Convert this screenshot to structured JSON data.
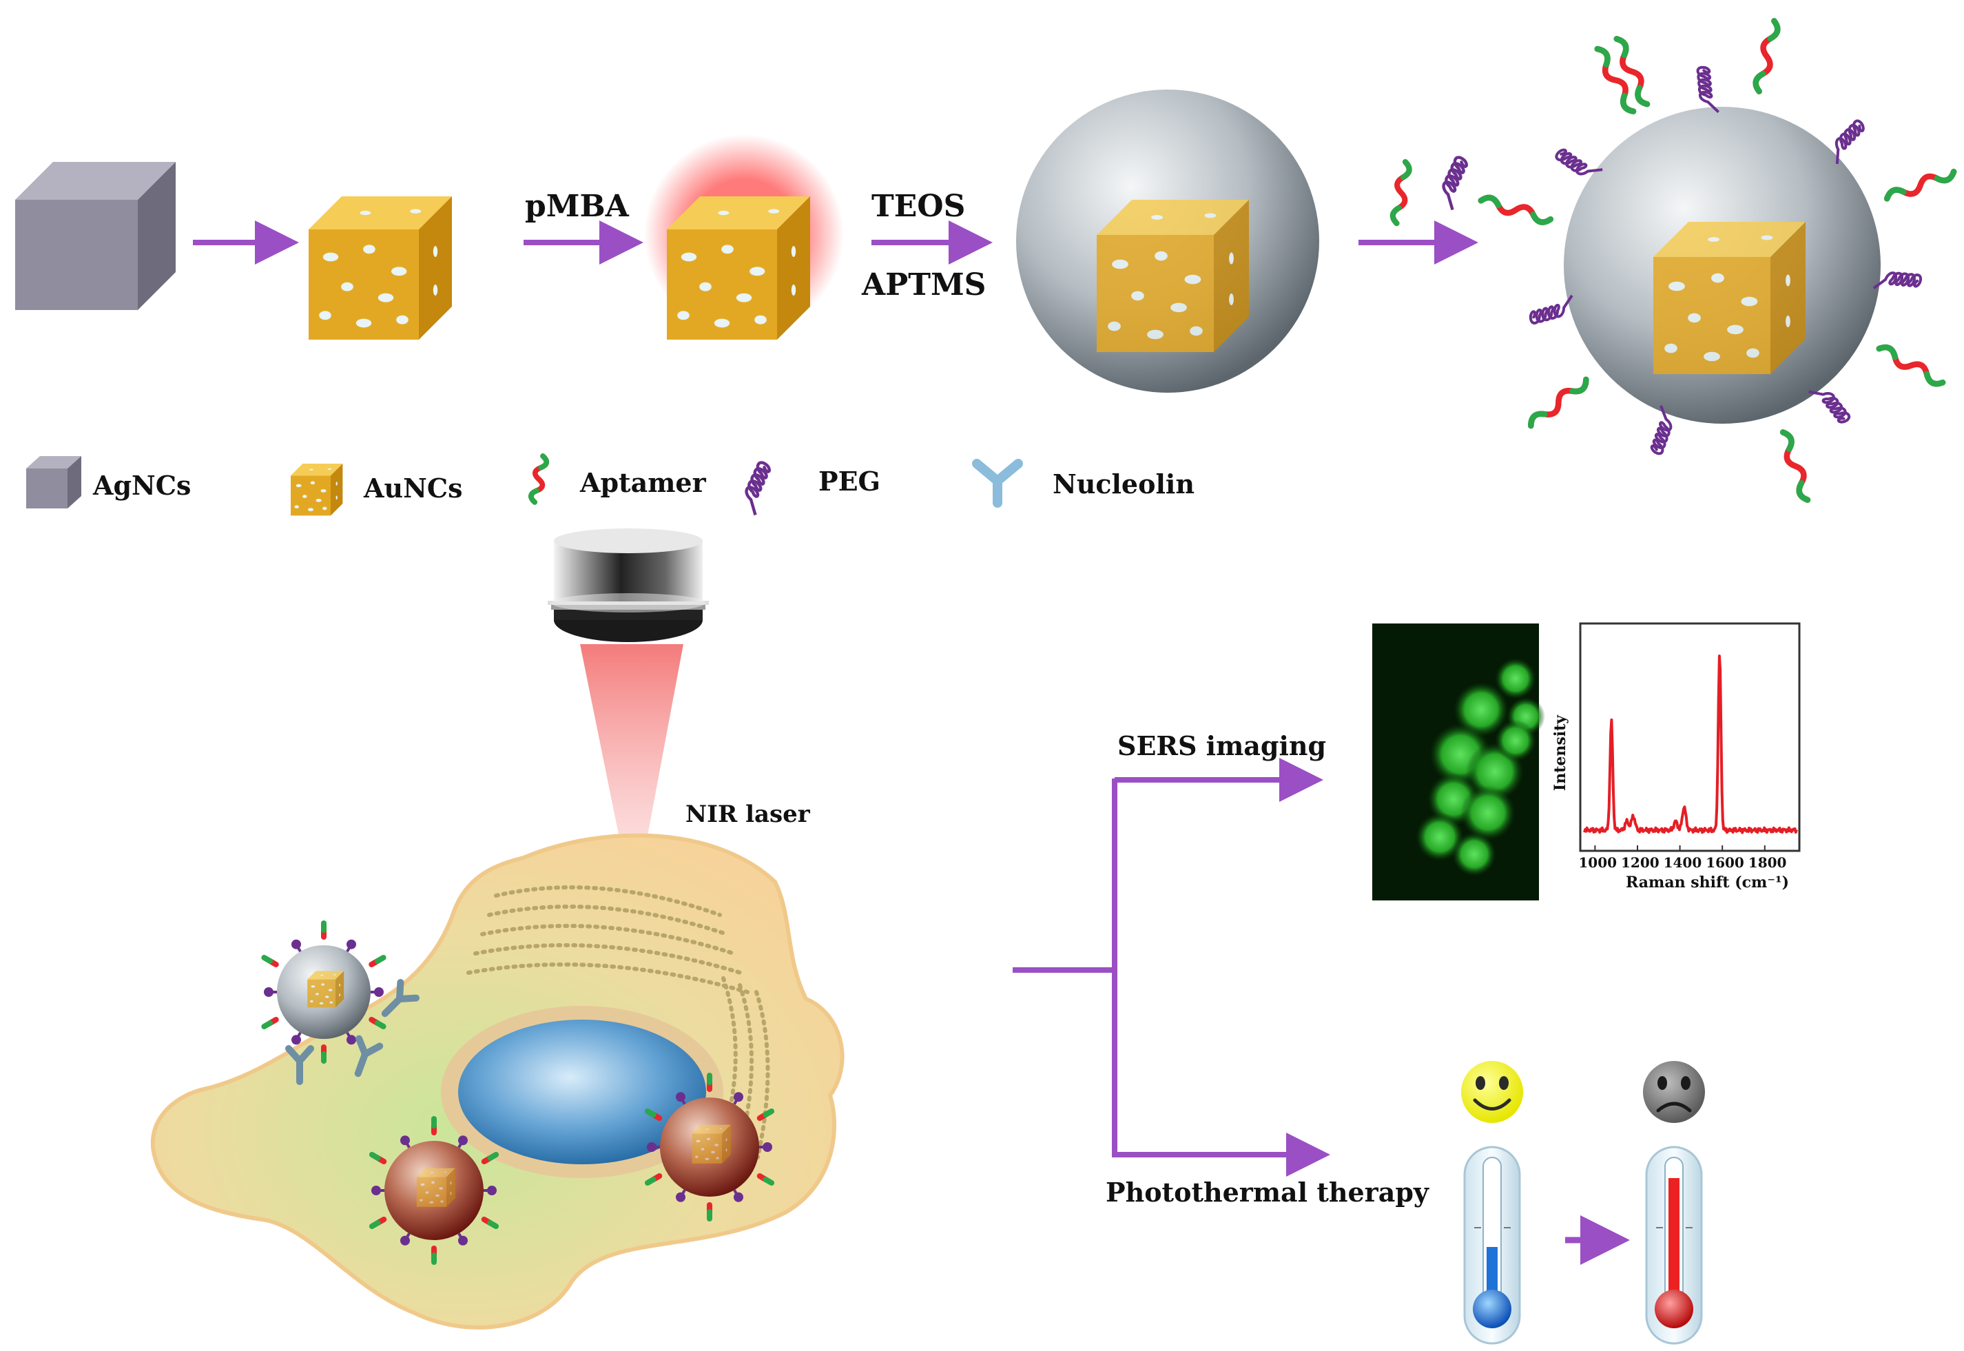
{
  "synthesis": {
    "step2_reagent": "pMBA",
    "step3_reagent_top": "TEOS",
    "step3_reagent_bottom": "APTMS"
  },
  "legend": {
    "agncs": "AgNCs",
    "auncs": "AuNCs",
    "aptamer": "Aptamer",
    "peg": "PEG",
    "nucleolin": "Nucleolin"
  },
  "cell_scene": {
    "laser_label": "NIR laser"
  },
  "applications": {
    "sers_label": "SERS imaging",
    "ptt_label": "Photothermal therapy"
  },
  "spectrum": {
    "ylabel": "Intensity",
    "xlabel": "Raman shift (cm⁻¹)",
    "ticks": [
      "1000",
      "1200",
      "1400",
      "1600",
      "1800"
    ],
    "x_range": [
      950,
      1950
    ],
    "peaks": [
      {
        "x": 1077,
        "height": 0.62
      },
      {
        "x": 1150,
        "height": 0.05
      },
      {
        "x": 1180,
        "height": 0.08
      },
      {
        "x": 1380,
        "height": 0.05
      },
      {
        "x": 1420,
        "height": 0.13
      },
      {
        "x": 1587,
        "height": 1.0
      }
    ]
  },
  "colors": {
    "arrow": "#9b4fc4",
    "gold": "#e3a823",
    "silver": "#8f8d9e",
    "aptamer_red": "#e8262b",
    "aptamer_green": "#2aa84a",
    "peg": "#6b2f8f",
    "spectrum": "#e51e25"
  }
}
